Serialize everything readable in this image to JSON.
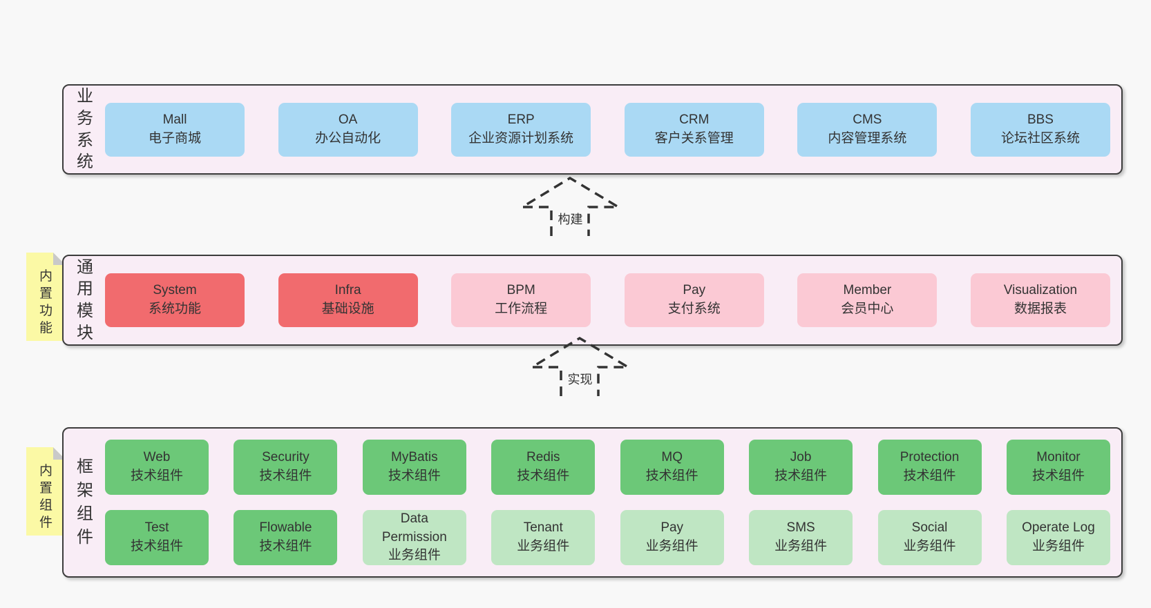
{
  "colors": {
    "page_bg": "#f8f8f8",
    "section_bg": "#f9edf6",
    "section_border": "#3c3c3c",
    "blue_box": "#aad9f4",
    "red_box": "#f16b6e",
    "pink_box": "#fbc9d4",
    "green_box": "#6cc878",
    "light_green_box": "#bfe6c3",
    "sticky_yellow": "#fbf9a5",
    "sticky_fold": "#c9c9c9",
    "text": "#333333"
  },
  "arrows": [
    {
      "label": "构建"
    },
    {
      "label": "实现"
    }
  ],
  "sections": [
    {
      "label": "业务系统",
      "rows": [
        [
          {
            "title": "Mall",
            "subtitle": "电子商城"
          },
          {
            "title": "OA",
            "subtitle": "办公自动化"
          },
          {
            "title": "ERP",
            "subtitle": "企业资源计划系统"
          },
          {
            "title": "CRM",
            "subtitle": "客户关系管理"
          },
          {
            "title": "CMS",
            "subtitle": "内容管理系统"
          },
          {
            "title": "BBS",
            "subtitle": "论坛社区系统"
          }
        ]
      ]
    },
    {
      "label": "通用模块",
      "sticky": "内置功能",
      "rows": [
        [
          {
            "title": "System",
            "subtitle": "系统功能"
          },
          {
            "title": "Infra",
            "subtitle": "基础设施"
          },
          {
            "title": "BPM",
            "subtitle": "工作流程"
          },
          {
            "title": "Pay",
            "subtitle": "支付系统"
          },
          {
            "title": "Member",
            "subtitle": "会员中心"
          },
          {
            "title": "Visualization",
            "subtitle": "数据报表"
          }
        ]
      ]
    },
    {
      "label": "框架组件",
      "sticky": "内置组件",
      "rows": [
        [
          {
            "title": "Web",
            "subtitle": "技术组件"
          },
          {
            "title": "Security",
            "subtitle": "技术组件"
          },
          {
            "title": "MyBatis",
            "subtitle": "技术组件"
          },
          {
            "title": "Redis",
            "subtitle": "技术组件"
          },
          {
            "title": "MQ",
            "subtitle": "技术组件"
          },
          {
            "title": "Job",
            "subtitle": "技术组件"
          },
          {
            "title": "Protection",
            "subtitle": "技术组件"
          },
          {
            "title": "Monitor",
            "subtitle": "技术组件"
          }
        ],
        [
          {
            "title": "Test",
            "subtitle": "技术组件"
          },
          {
            "title": "Flowable",
            "subtitle": "技术组件"
          },
          {
            "title": "Data Permission",
            "subtitle": "业务组件"
          },
          {
            "title": "Tenant",
            "subtitle": "业务组件"
          },
          {
            "title": "Pay",
            "subtitle": "业务组件"
          },
          {
            "title": "SMS",
            "subtitle": "业务组件"
          },
          {
            "title": "Social",
            "subtitle": "业务组件"
          },
          {
            "title": "Operate Log",
            "subtitle": "业务组件"
          }
        ]
      ]
    }
  ]
}
